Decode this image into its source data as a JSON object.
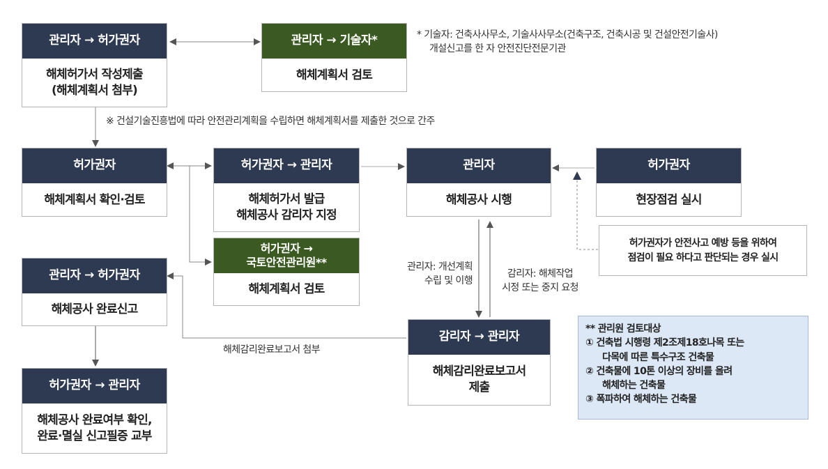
{
  "nodes": {
    "n1": {
      "header": "관리자 → 허가권자",
      "body": [
        "해체허가서 작성제출",
        "(해체계획서 첨부)"
      ]
    },
    "n2": {
      "header": "관리자 → 기술자*",
      "body": [
        "해체계획서 검토"
      ]
    },
    "n3": {
      "header": "허가권자",
      "body": [
        "해체계획서 확인·검토"
      ]
    },
    "n4": {
      "header": "허가권자 → 관리자",
      "body": [
        "해체허가서 발급",
        "해체공사 감리자 지정"
      ]
    },
    "n5": {
      "header": "관리자",
      "body": [
        "해체공사 시행"
      ]
    },
    "n6": {
      "header": "허가권자",
      "body": [
        "현장점검 실시"
      ]
    },
    "n7": {
      "header": [
        "허가권자 →",
        "국토안전관리원**"
      ],
      "body": [
        "해체계획서 검토"
      ]
    },
    "n8": {
      "header": "관리자 → 허가권자",
      "body": [
        "해체공사 완료신고"
      ]
    },
    "n9": {
      "header": "감리자 → 관리자",
      "body": [
        "해체감리완료보고서",
        "제출"
      ]
    },
    "n10": {
      "header": "허가권자 → 관리자",
      "body": [
        "해체공사 완료여부 확인,",
        "완료·멸실 신고필증 교부"
      ]
    }
  },
  "notes": {
    "tech": [
      "* 기술자:  건축사사무소, 기술사사무소(건축구조, 건축시공 및 건설안전기술사)",
      "개설신고를 한 자 안전진단전문기관"
    ],
    "construction_law": "※ 건설기술진흥법에 따라 안전관리계획을 수립하면 해체계획서를 제출한 것으로 간주",
    "inspection_condition": [
      "허가권자가 안전사고 예방 등을 위하여",
      "점검이 필요 하다고 판단되는 경우 실시"
    ],
    "manager_improve": [
      "관리자: 개선계획",
      "수립 및 이행"
    ],
    "supervisor_request": [
      "감리자: 해체작업",
      "시정 또는 중지 요청"
    ],
    "report_attach": "해체감리완료보고서 첨부"
  },
  "review_targets": {
    "title": "** 관리원 검토대상",
    "items": [
      [
        "① 건축법 시행령 제2조제18호나목 또는",
        "다목에 따른 특수구조 건축물"
      ],
      [
        "② 건축물에 10톤 이상의 장비를 올려",
        "해체하는 건축물"
      ],
      [
        "③ 폭파하여 해체하는 건축물"
      ]
    ]
  },
  "colors": {
    "header_navy": "#2e3a52",
    "header_green": "#3b5a21",
    "box_border": "#b5b5b5",
    "arrow": "#555555",
    "info_bg": "#dce8f5"
  }
}
